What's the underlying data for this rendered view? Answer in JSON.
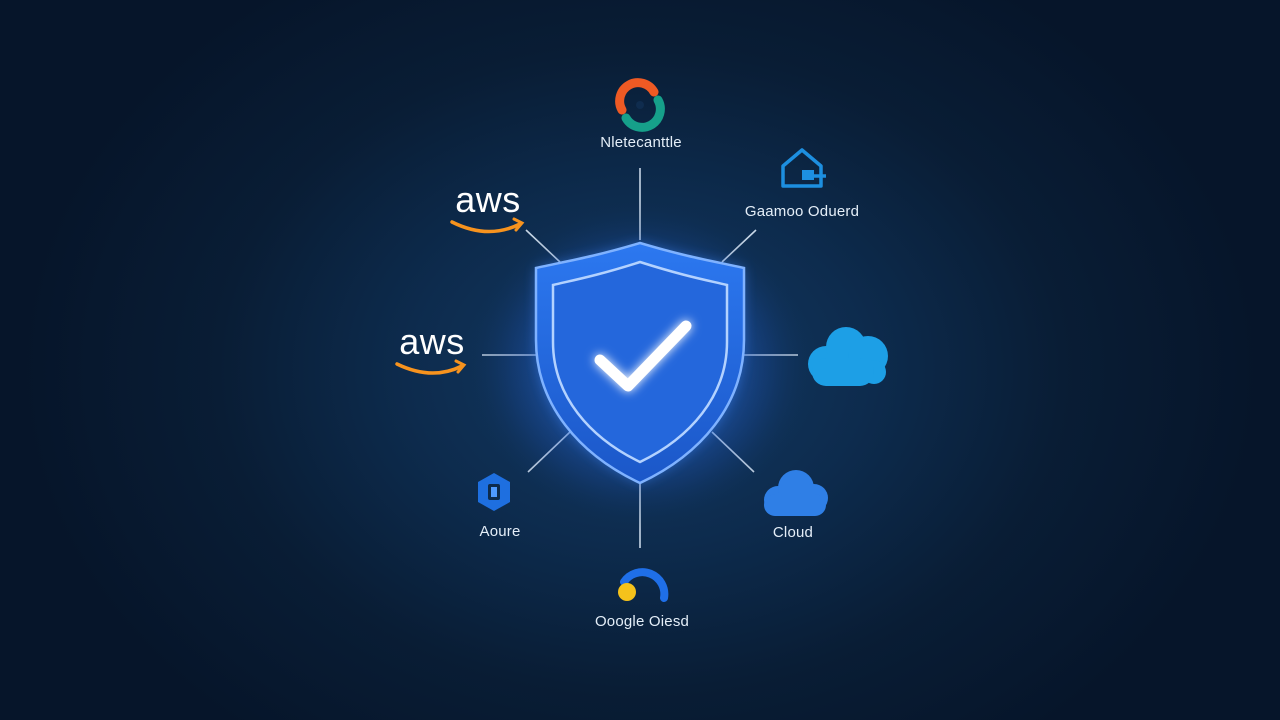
{
  "diagram": {
    "center": {
      "icon": "shield-check-icon",
      "glow_color": "#2f7bff",
      "check_color": "#ffffff"
    },
    "nodes": [
      {
        "id": "top",
        "label": "Nletecanttle",
        "icon": "swirl-logo-icon"
      },
      {
        "id": "top-right",
        "label": "Gaamoo Oduerd",
        "icon": "house-cloud-icon"
      },
      {
        "id": "upper-left",
        "label": "aws",
        "icon": "aws-smile-icon"
      },
      {
        "id": "left",
        "label": "aws",
        "icon": "aws-smile-icon"
      },
      {
        "id": "right",
        "label": "",
        "icon": "cloud-icon"
      },
      {
        "id": "lower-left",
        "label": "Aoure",
        "icon": "azure-hex-icon"
      },
      {
        "id": "lower-right",
        "label": "Cloud",
        "icon": "cloud-icon"
      },
      {
        "id": "bottom",
        "label": "Ooogle Oiesd",
        "icon": "google-arc-icon"
      }
    ],
    "colors": {
      "aws_orange": "#f7931e",
      "cloud_blue": "#1d8fe0",
      "azure_blue": "#1e6fe0",
      "google_yellow": "#f5c21b",
      "swirl_orange": "#ee5a24",
      "swirl_teal": "#16a08a"
    }
  }
}
